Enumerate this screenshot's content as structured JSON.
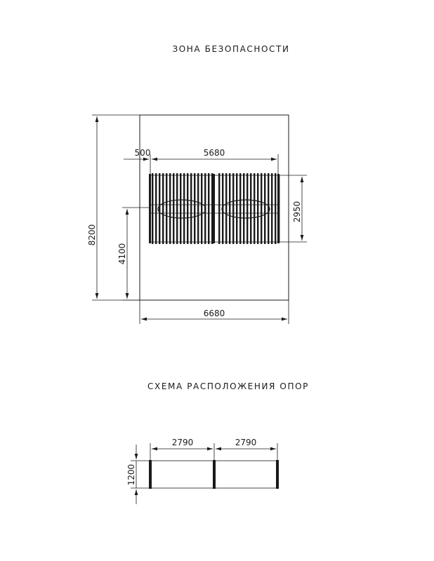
{
  "safety_zone": {
    "title": "ЗОНА БЕЗОПАСНОСТИ",
    "dimensions": {
      "offset": "500",
      "length": "5680",
      "depth": "2950",
      "total_height": "8200",
      "inner_height": "4100",
      "total_width": "6680"
    }
  },
  "supports_scheme": {
    "title": "СХЕМА РАСПОЛОЖЕНИЯ ОПОР",
    "dimensions": {
      "span_1": "2790",
      "span_2": "2790",
      "width": "1200"
    }
  },
  "colors": {
    "line": "#1a1a1a",
    "stroke_light": "#555555",
    "fill_dark": "#333333"
  }
}
